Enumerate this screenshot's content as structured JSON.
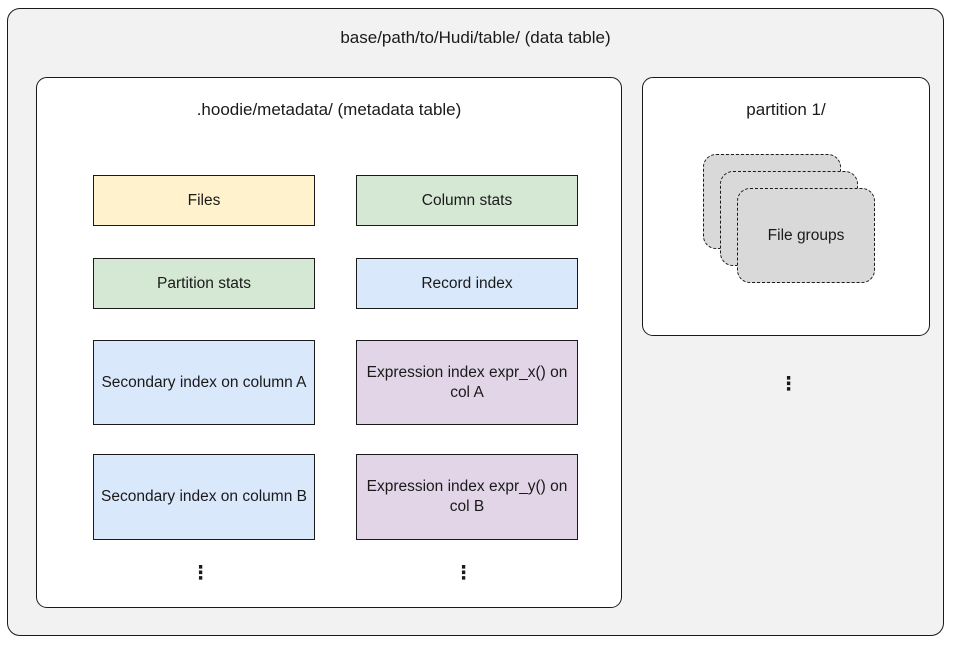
{
  "diagram": {
    "data_table": {
      "title": "base/path/to/Hudi/table/ (data table)",
      "background_color": "#f2f2f2"
    },
    "metadata_table": {
      "title": ".hoodie/metadata/ (metadata table)",
      "ellipsis_left": "⋮",
      "ellipsis_right": "⋮",
      "boxes": [
        {
          "label": "Files",
          "color": "#fff2cc",
          "column": "left",
          "row": 1
        },
        {
          "label": "Column stats",
          "color": "#d5e8d4",
          "column": "right",
          "row": 1
        },
        {
          "label": "Partition stats",
          "color": "#d5e8d4",
          "column": "left",
          "row": 2
        },
        {
          "label": "Record index",
          "color": "#dae8fc",
          "column": "right",
          "row": 2
        },
        {
          "label": "Secondary index on column A",
          "color": "#dae8fc",
          "column": "left",
          "row": 3
        },
        {
          "label": "Expression index expr_x() on col A",
          "color": "#e1d5e7",
          "column": "right",
          "row": 3
        },
        {
          "label": "Secondary index on column B",
          "color": "#dae8fc",
          "column": "left",
          "row": 4
        },
        {
          "label": "Expression index expr_y() on col B",
          "color": "#e1d5e7",
          "column": "right",
          "row": 4
        }
      ]
    },
    "partition": {
      "title": "partition 1/",
      "file_groups_label": "File groups",
      "file_groups_stack_count": 3,
      "file_group_color": "#d9d9d9",
      "ellipsis_below": "⋮"
    }
  }
}
